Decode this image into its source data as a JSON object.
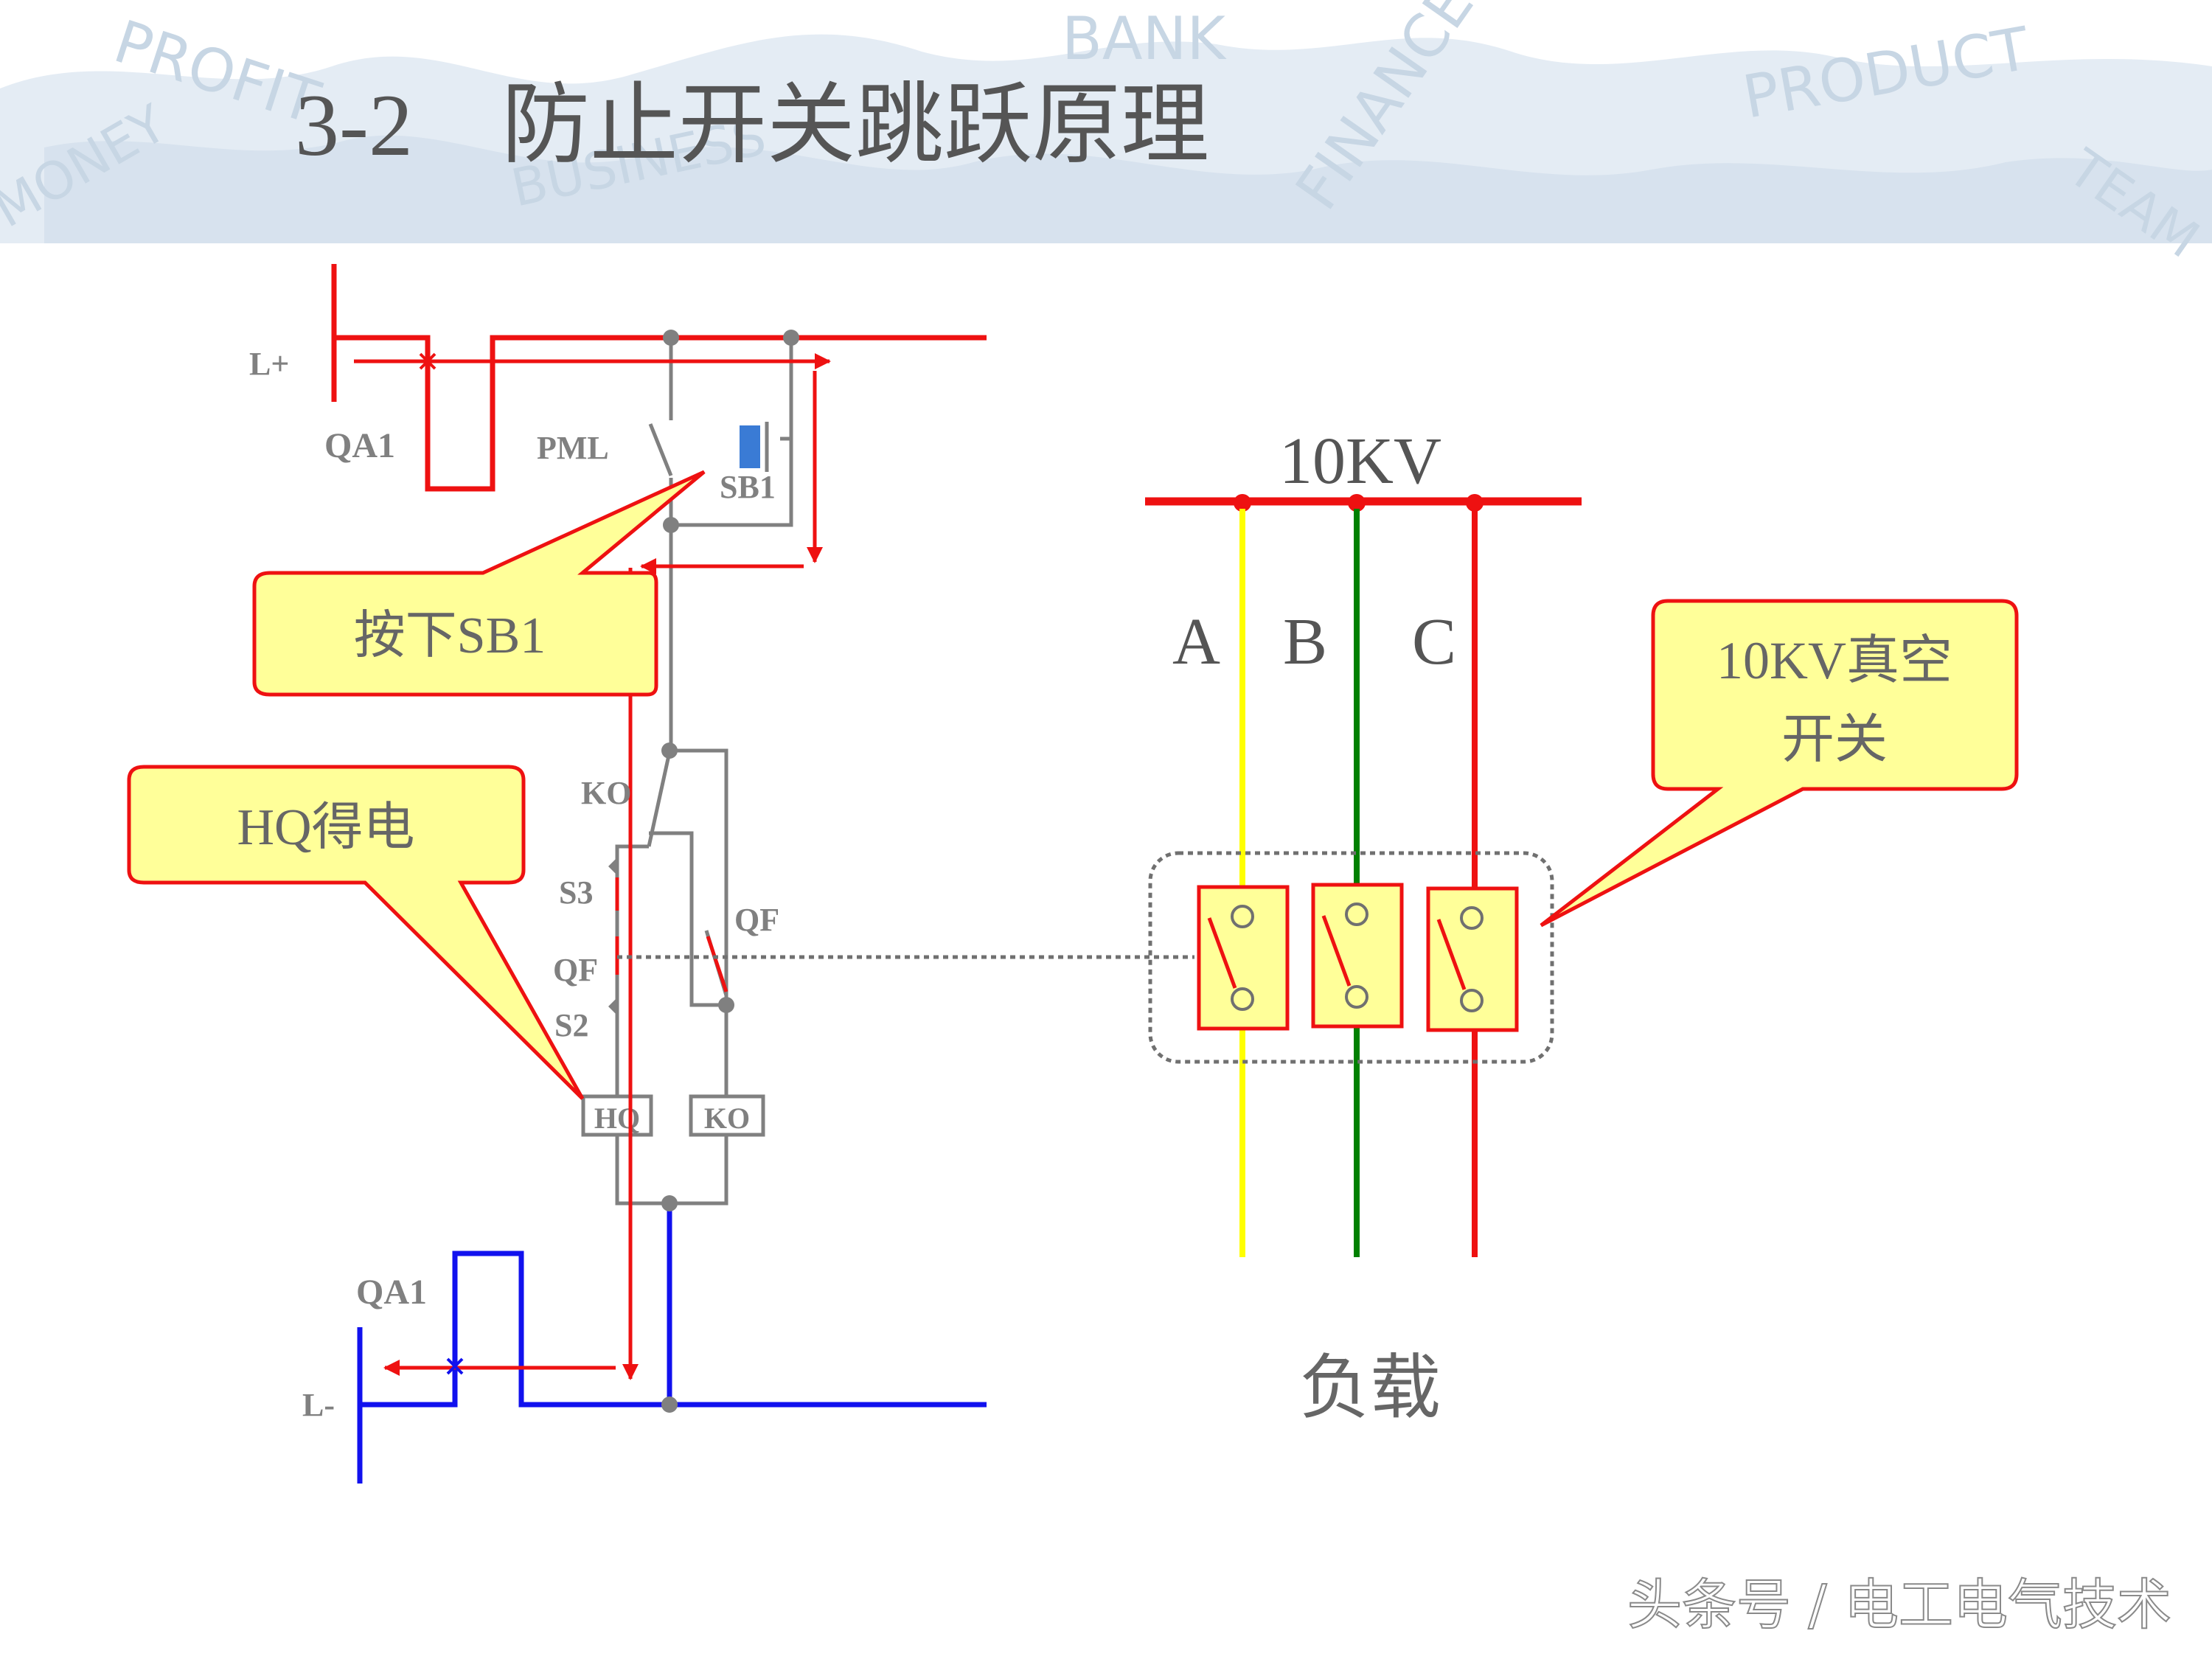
{
  "title": "3-2　防止开关跳跃原理",
  "watermark": {
    "words": [
      "PROFIT",
      "BANK",
      "FINANCE",
      "PRODUCT",
      "MONEY",
      "BUSINESS",
      "TEAM"
    ],
    "footer": "头条号 / 电工电气技术"
  },
  "circuit": {
    "labels": {
      "l_plus": "L+",
      "l_minus": "L-",
      "qa1_top": "QA1",
      "qa1_bottom": "QA1",
      "pml": "PML",
      "sb1": "SB1",
      "ko_contact": "KO",
      "s3": "S3",
      "qf_left": "QF",
      "s2": "S2",
      "qf_right": "QF",
      "hq_coil": "HQ",
      "ko_coil": "KO"
    },
    "callouts": {
      "press_sb1": "按下SB1",
      "hq_energized": "HQ得电"
    }
  },
  "breaker": {
    "bus_label": "10KV",
    "phases": [
      "A",
      "B",
      "C"
    ],
    "callout_line1": "10KV真空",
    "callout_line2": "开关",
    "load_label": "负载"
  },
  "colors": {
    "red": "#ee1111",
    "blue": "#1111ee",
    "gray": "#808080",
    "yellow_wire": "#ffff00",
    "green_wire": "#008000",
    "callout_fill": "#ffff99",
    "sb1_button": "#3a7bd5",
    "title_text": "#555555",
    "watermark_band": "#dde7f0"
  }
}
